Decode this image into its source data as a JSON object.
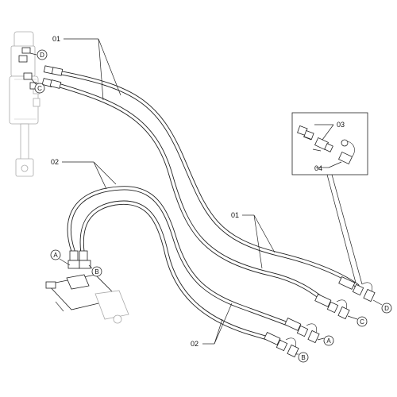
{
  "diagram": {
    "part_labels": {
      "p01_top": "01",
      "p01_right": "01",
      "p02_left": "02",
      "p02_bottom": "02",
      "p03": "03",
      "p04": "04"
    },
    "port_letters": {
      "upper_d": "D",
      "upper_c": "C",
      "valve_a": "A",
      "valve_b": "B",
      "end_d": "D",
      "end_c": "C",
      "end_a": "A",
      "end_b": "B"
    }
  }
}
